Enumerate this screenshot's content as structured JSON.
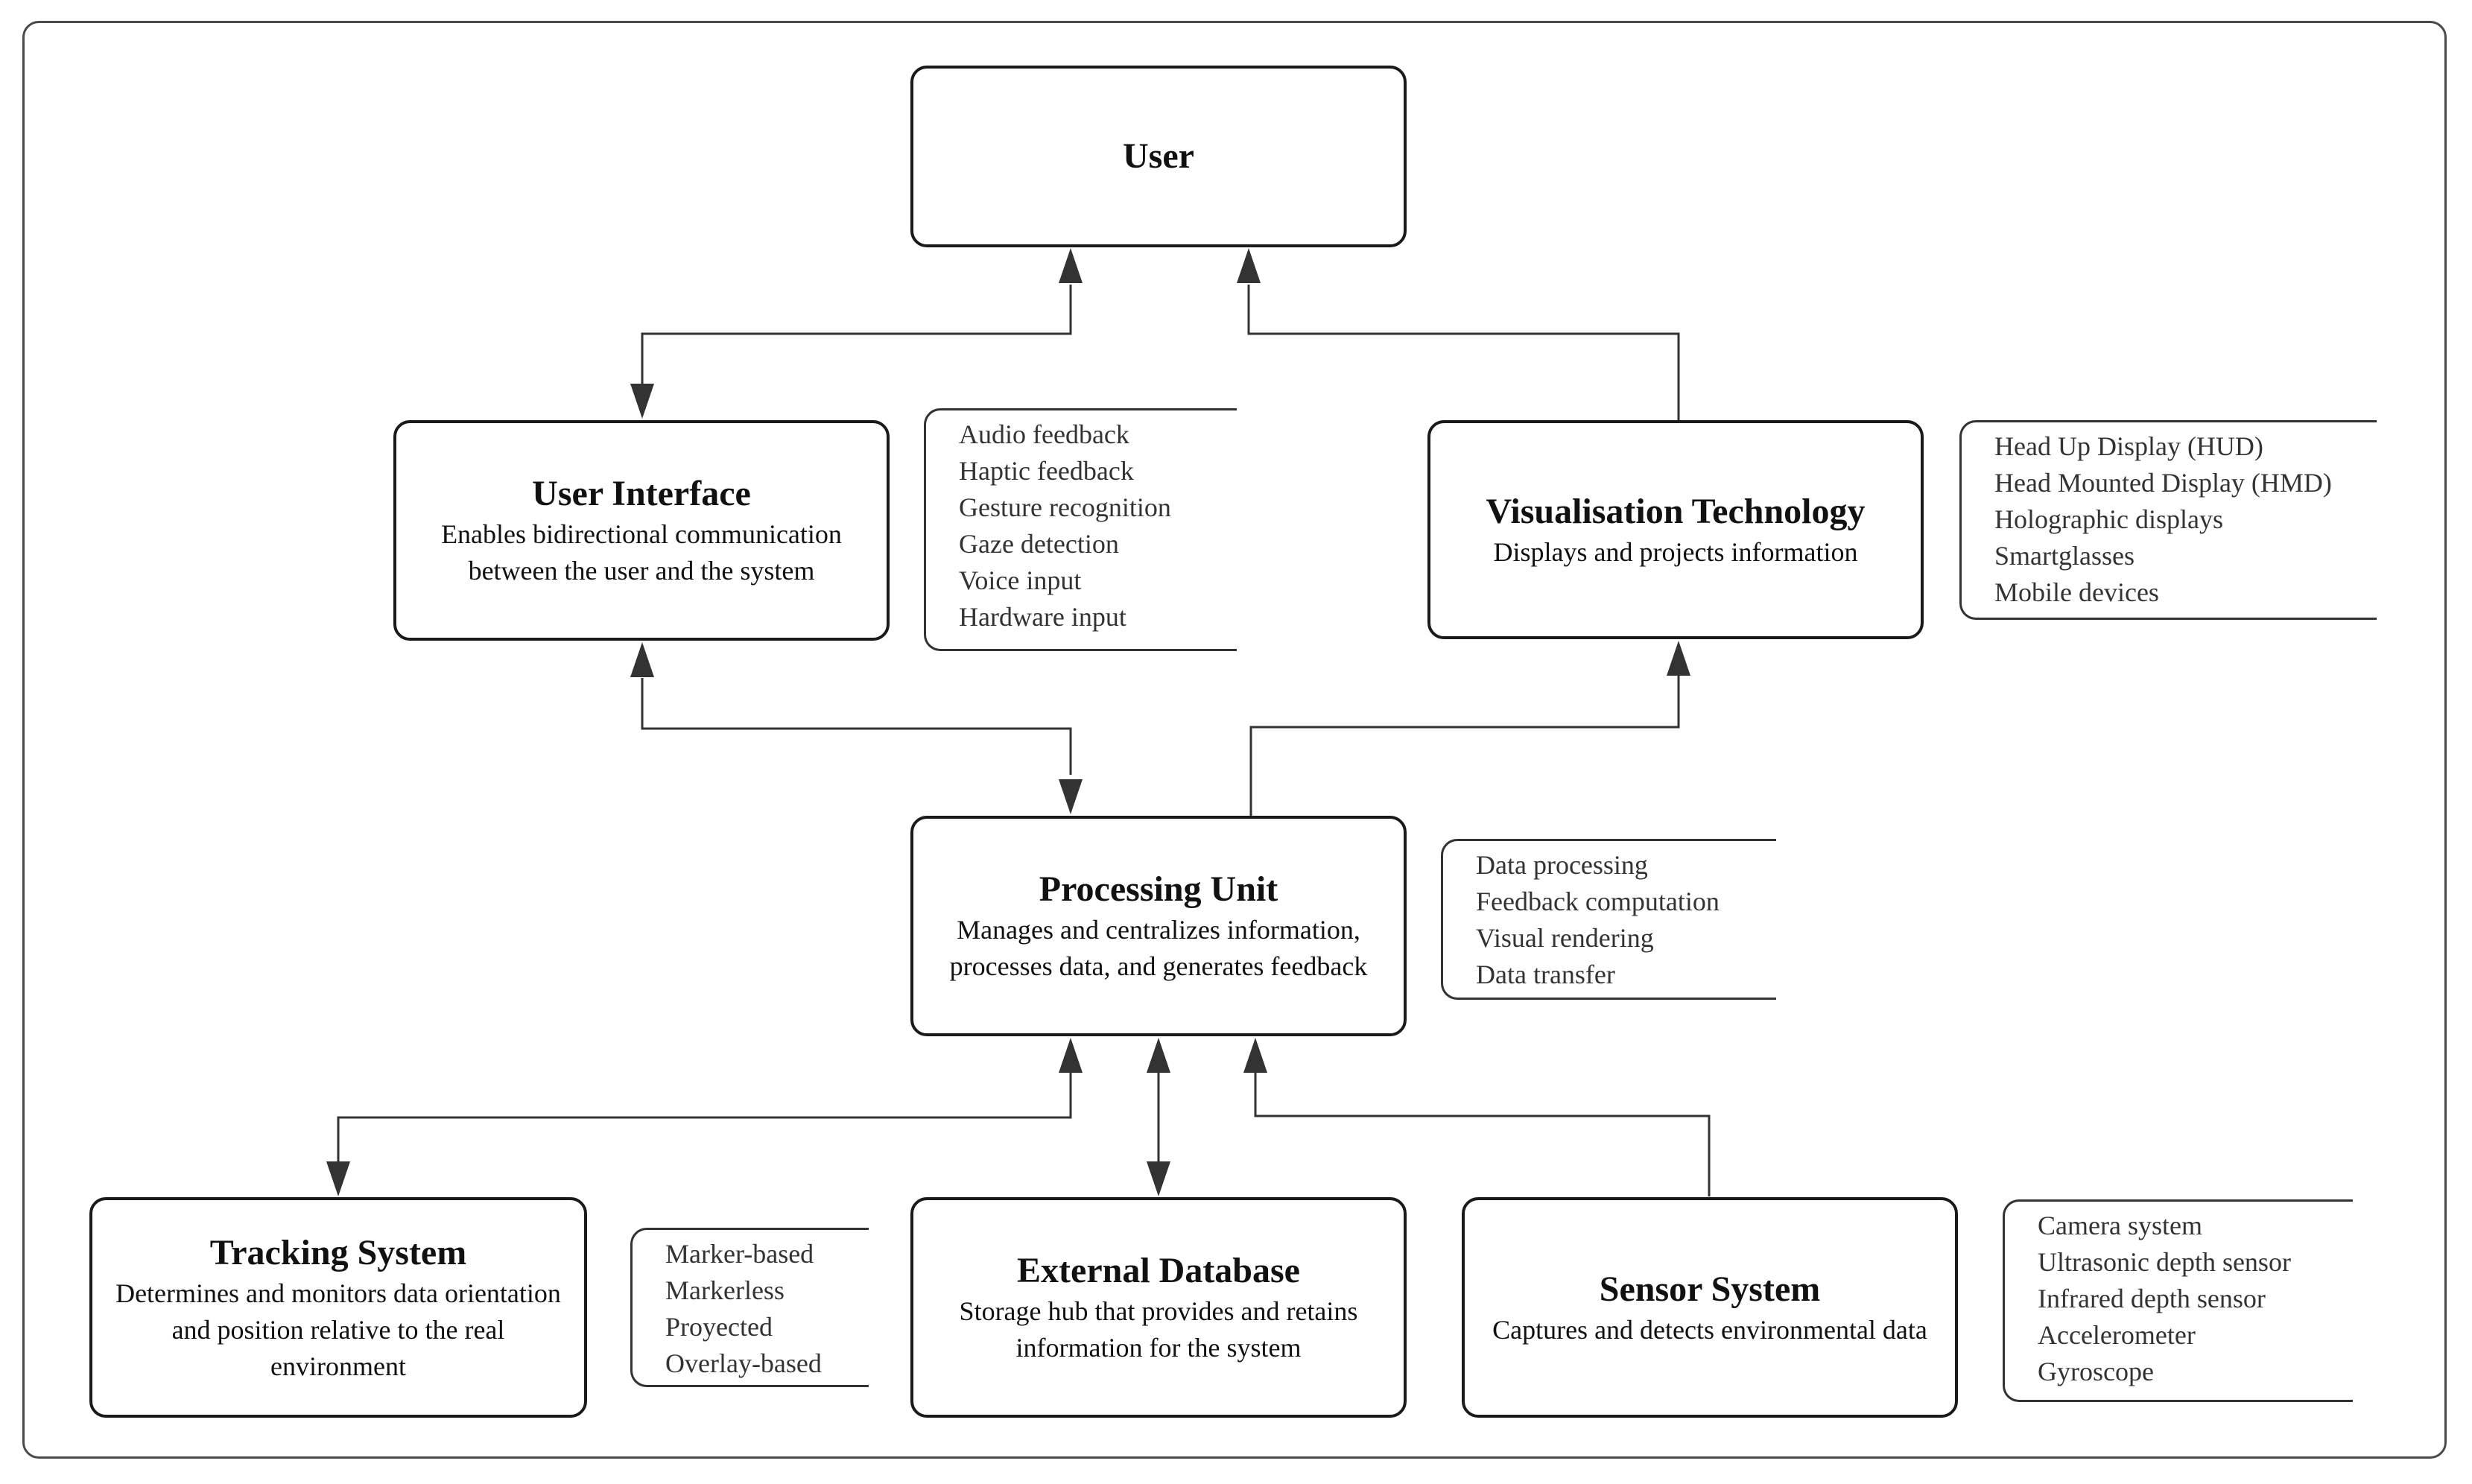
{
  "nodes": {
    "user": {
      "title": "User"
    },
    "user_interface": {
      "title": "User Interface",
      "description": "Enables bidirectional communication between the user and the system"
    },
    "visualisation": {
      "title": "Visualisation Technology",
      "description": "Displays and projects information"
    },
    "processing": {
      "title": "Processing Unit",
      "description": "Manages and centralizes information, processes data, and generates feedback"
    },
    "tracking": {
      "title": "Tracking System",
      "description": "Determines and monitors data orientation and position relative to the real environment"
    },
    "database": {
      "title": "External Database",
      "description": "Storage hub that provides and retains information for the system"
    },
    "sensor": {
      "title": "Sensor System",
      "description": "Captures and detects environmental data"
    }
  },
  "lists": {
    "user_interface": [
      "Audio feedback",
      "Haptic feedback",
      "Gesture recognition",
      "Gaze detection",
      "Voice input",
      "Hardware input"
    ],
    "visualisation": [
      "Head Up Display (HUD)",
      "Head Mounted Display (HMD)",
      "Holographic displays",
      "Smartglasses",
      "Mobile devices"
    ],
    "processing": [
      "Data processing",
      "Feedback computation",
      "Visual rendering",
      "Data transfer"
    ],
    "tracking": [
      "Marker-based",
      "Markerless",
      "Proyected",
      "Overlay-based"
    ],
    "sensor": [
      "Camera system",
      "Ultrasonic depth sensor",
      "Infrared depth sensor",
      "Accelerometer",
      "Gyroscope"
    ]
  },
  "colors": {
    "line": "#333333",
    "border": "#1a1a1a",
    "text": "#111111"
  }
}
